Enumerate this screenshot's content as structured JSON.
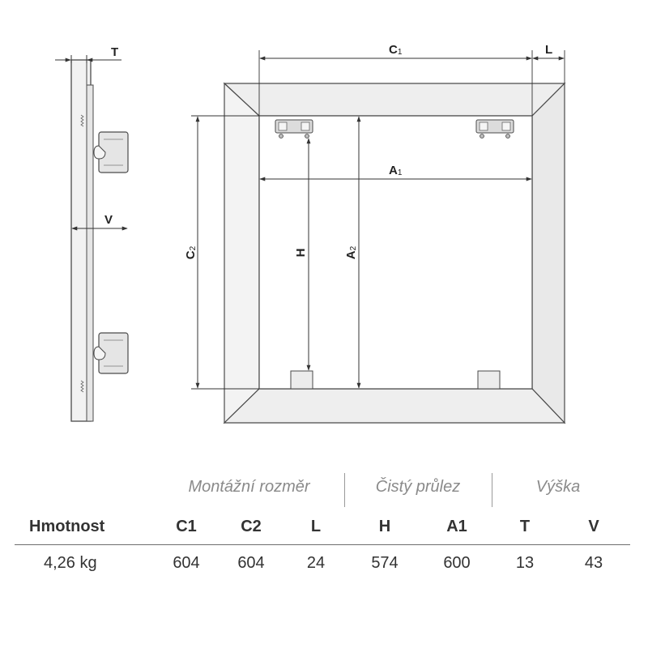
{
  "dimension_labels": {
    "T": "T",
    "V": "V",
    "C1": {
      "main": "C",
      "sub": "1"
    },
    "C2": {
      "main": "C",
      "sub": "2"
    },
    "L": "L",
    "A1": {
      "main": "A",
      "sub": "1"
    },
    "A2": {
      "main": "A",
      "sub": "2"
    },
    "H": "H"
  },
  "spec_table": {
    "groups": [
      "Montážní rozměr",
      "Čistý průlez",
      "Výška"
    ],
    "headers": [
      "Hmotnost",
      "C1",
      "C2",
      "L",
      "H",
      "A1",
      "T",
      "V"
    ],
    "values": [
      "4,26 kg",
      "604",
      "604",
      "24",
      "574",
      "600",
      "13",
      "43"
    ]
  },
  "colors": {
    "frame_fill": "#efefef",
    "line": "#4a4a4a",
    "dim_line": "#333333",
    "group_text": "#8a8a8a"
  }
}
